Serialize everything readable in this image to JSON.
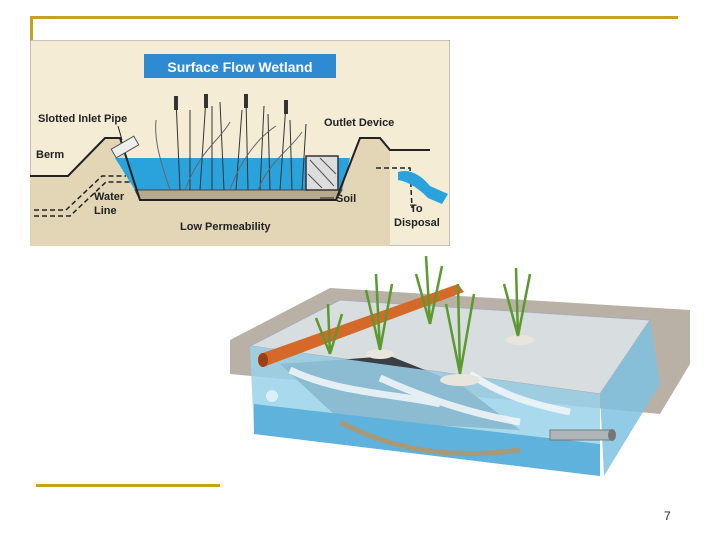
{
  "surface_diagram": {
    "title": "Surface Flow Wetland",
    "labels": {
      "inlet": "Slotted Inlet Pipe",
      "outlet": "Outlet Device",
      "berm": "Berm",
      "water_line_1": "Water",
      "water_line_2": "Line",
      "soil": "Soil",
      "disposal_1": "To",
      "disposal_2": "Disposal",
      "low_perm": "Low Permeability"
    }
  },
  "slide_number": "7",
  "colors": {
    "rule": "#c6a31c",
    "title_bg": "#2e8bd1",
    "water": "#2aa3dc",
    "sky": "#f5ecd6",
    "tank": "#9ad2ea",
    "pipe": "#d4692a"
  }
}
